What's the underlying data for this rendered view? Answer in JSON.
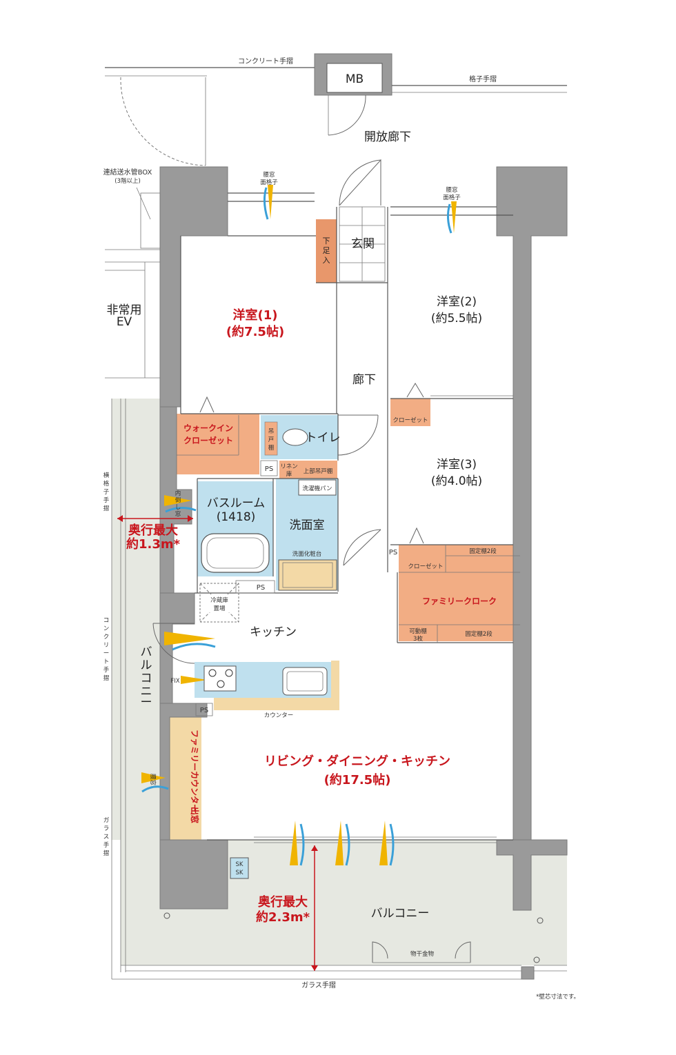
{
  "labels": {
    "concrete_railing_top": "コンクリート手摺",
    "mb": "MB",
    "lattice_railing_top": "格子手摺",
    "open_corridor": "開放廊下",
    "water_pipe_box": "連結送水管BOX",
    "water_pipe_box_note": "(3階以上)",
    "emergency_ev_1": "非常用",
    "emergency_ev_2": "EV",
    "waist_window_lattice_1": "腰窓",
    "waist_window_lattice_2": "面格子",
    "shoe_storage_1": "下",
    "shoe_storage_2": "足",
    "shoe_storage_3": "入",
    "entrance": "玄関",
    "room1_name": "洋室(1)",
    "room1_size": "(約7.5帖)",
    "room2_name": "洋室(2)",
    "room2_size": "(約5.5帖)",
    "room3_name": "洋室(3)",
    "room3_size": "(約4.0帖)",
    "hallway": "廊下",
    "closet": "クローゼット",
    "wic_1": "ウォークイン",
    "wic_2": "クローゼット",
    "toilet": "トイレ",
    "toilet_shelf_1": "吊",
    "toilet_shelf_2": "戸",
    "toilet_shelf_3": "棚",
    "ps": "PS",
    "linen_1": "リネン",
    "linen_2": "庫",
    "upper_cabinet": "上部吊戸棚",
    "washing_pan": "洗濯機パン",
    "lateral_lattice_railing_1": "横",
    "lateral_lattice_railing_2": "格",
    "lateral_lattice_railing_3": "子",
    "lateral_lattice_railing_4": "手",
    "lateral_lattice_railing_5": "摺",
    "inward_window_1": "内",
    "inward_window_2": "倒",
    "inward_window_3": "し",
    "inward_window_4": "窓",
    "bathroom_name": "バスルーム",
    "bathroom_size": "(1418)",
    "washroom": "洗面室",
    "vanity": "洗面化粧台",
    "depth_max_side_1": "奥行最大",
    "depth_max_side_2": "約1.3m*",
    "fixed_shelf_2_upper": "固定棚2段",
    "family_cloak": "ファミリークローク",
    "movable_shelf_1": "可動棚",
    "movable_shelf_2": "3枚",
    "fixed_shelf_2_lower": "固定棚2段",
    "fridge_1": "冷蔵庫",
    "fridge_2": "置場",
    "kitchen": "キッチン",
    "balcony_side_1": "バ",
    "balcony_side_2": "ル",
    "balcony_side_3": "コ",
    "balcony_side_4": "ニ",
    "balcony_side_5": "ー",
    "fix": "FIX",
    "concrete_railing_side_1": "コ",
    "concrete_railing_side_2": "ン",
    "concrete_railing_side_3": "ク",
    "concrete_railing_side_4": "リ",
    "concrete_railing_side_5": "ー",
    "concrete_railing_side_6": "ト",
    "concrete_railing_side_7": "手",
    "concrete_railing_side_8": "摺",
    "counter": "カウンター",
    "family_counter": "ファミリーカウンター",
    "bay_window": "出窓",
    "waist_window": "腰窓",
    "ldk_name": "リビング・ダイニング・キッチン",
    "ldk_size": "(約17.5帖)",
    "glass_railing_side_1": "ガ",
    "glass_railing_side_2": "ラ",
    "glass_railing_side_3": "ス",
    "glass_railing_side_4": "手",
    "glass_railing_side_5": "摺",
    "sk": "SK",
    "depth_max_front_1": "奥行最大",
    "depth_max_front_2": "約2.3m*",
    "balcony_front": "バルコニー",
    "drying_hardware": "物干金物",
    "glass_railing_bottom": "ガラス手摺",
    "footnote": "*壁芯寸法です。"
  },
  "colors": {
    "wall": "#9a9a9a",
    "storage_orange": "#f2ad84",
    "shoe_orange": "#e8976b",
    "wet_area_blue": "#bfe0ee",
    "counter_beige": "#f3d9a6",
    "balcony_gray": "#e6e8e1",
    "accent_red": "#c8161d",
    "airflow_yellow": "#f0b400",
    "airflow_blue": "#3aa0d8"
  }
}
